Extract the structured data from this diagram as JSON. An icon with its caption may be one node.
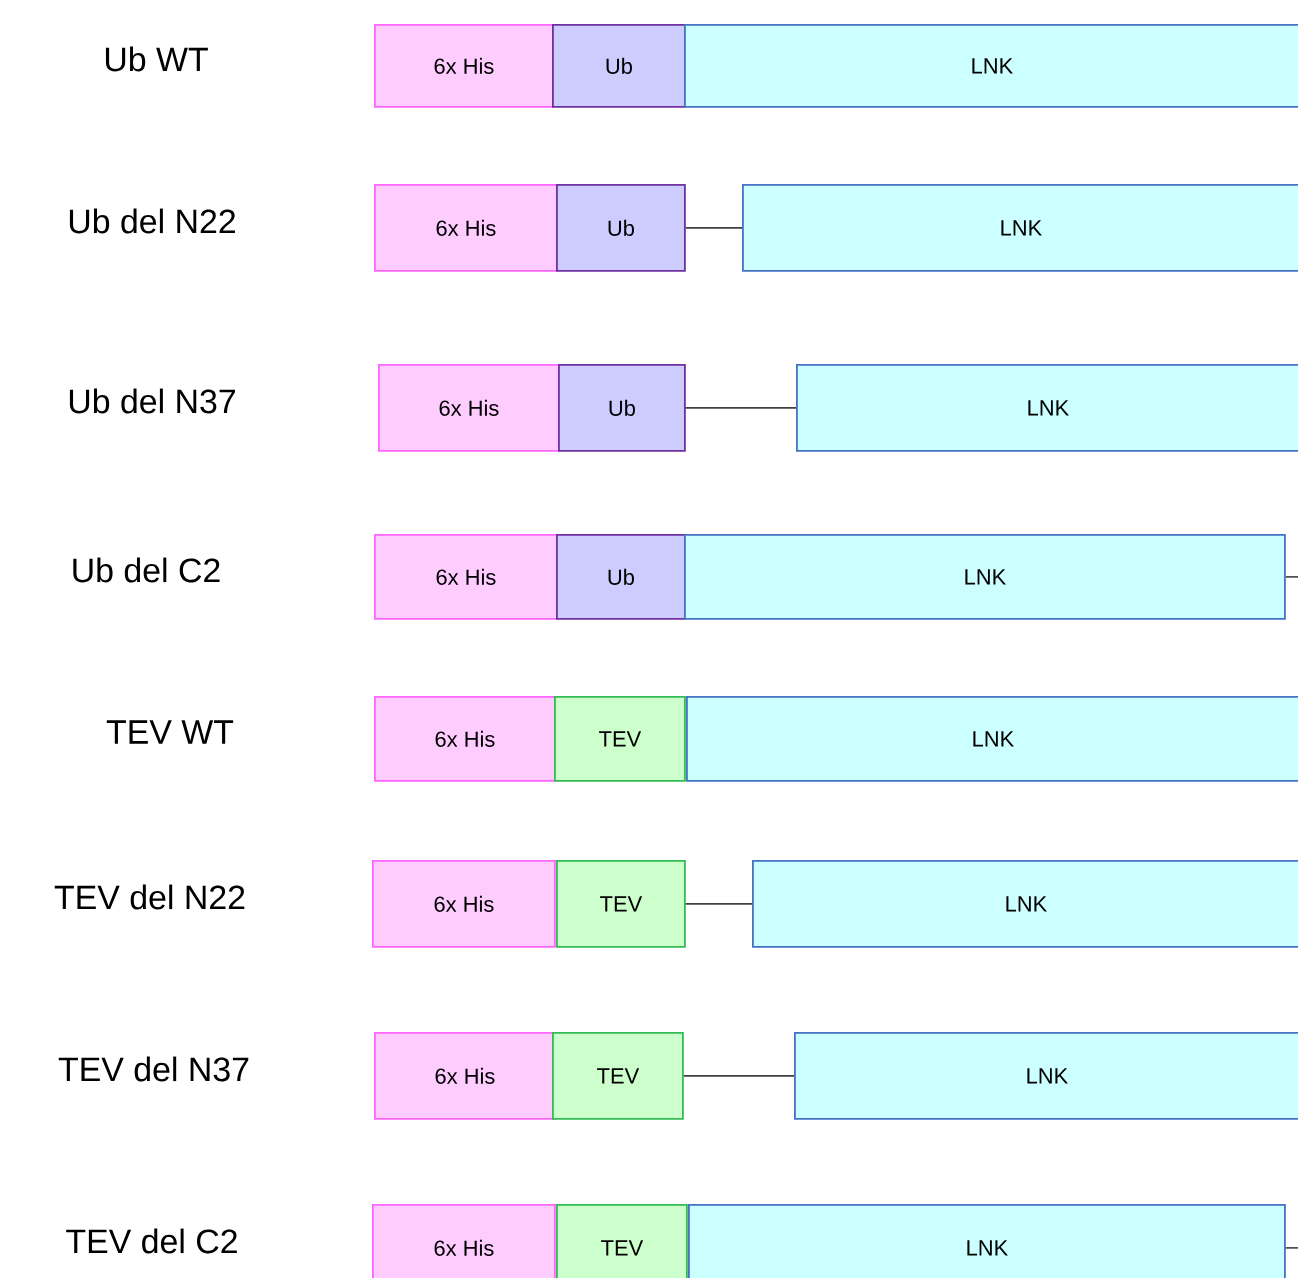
{
  "diagram": {
    "nodes": [
      {
        "text": [
          "6x His"
        ]
      },
      {
        "text": [
          "Ub"
        ]
      },
      {
        "text": [
          "LNK"
        ]
      },
      {
        "text": [
          "6x His"
        ]
      },
      {
        "text": [
          "Ub"
        ]
      },
      {
        "text": [
          "LNK"
        ]
      },
      {
        "text": [
          "6x His"
        ]
      },
      {
        "text": [
          "Ub"
        ]
      },
      {
        "text": [
          "LNK"
        ]
      },
      {
        "text": [
          "6x His"
        ]
      },
      {
        "text": [
          "Ub"
        ]
      },
      {
        "text": [
          "LNK"
        ]
      },
      {
        "text": [
          "6x His"
        ]
      },
      {
        "text": [
          "TEV"
        ]
      },
      {
        "text": [
          "LNK"
        ]
      },
      {
        "text": [
          "6x His"
        ]
      },
      {
        "text": [
          "TEV"
        ]
      },
      {
        "text": [
          "LNK"
        ]
      },
      {
        "text": [
          "6x His"
        ]
      },
      {
        "text": [
          "TEV"
        ]
      },
      {
        "text": [
          "LNK"
        ]
      },
      {
        "text": [
          "6x His"
        ]
      },
      {
        "text": [
          "TEV"
        ]
      },
      {
        "text": [
          "LNK"
        ]
      }
    ],
    "edges": [
      {
        "from": 4,
        "to": 5,
        "arrow": "none"
      },
      {
        "from": 7,
        "to": 8,
        "arrow": "none"
      },
      {
        "from": 11,
        "to": null,
        "arrow": "none"
      },
      {
        "from": 16,
        "to": 17,
        "arrow": "none"
      },
      {
        "from": 19,
        "to": 20,
        "arrow": "none"
      },
      {
        "from": 23,
        "to": null,
        "arrow": "none"
      }
    ],
    "labels": [
      "Ub WT",
      "Ub del N22",
      "Ub del N37",
      "Ub del C2",
      "TEV WT",
      "TEV del N22",
      "TEV del N37",
      "TEV del C2"
    ]
  }
}
